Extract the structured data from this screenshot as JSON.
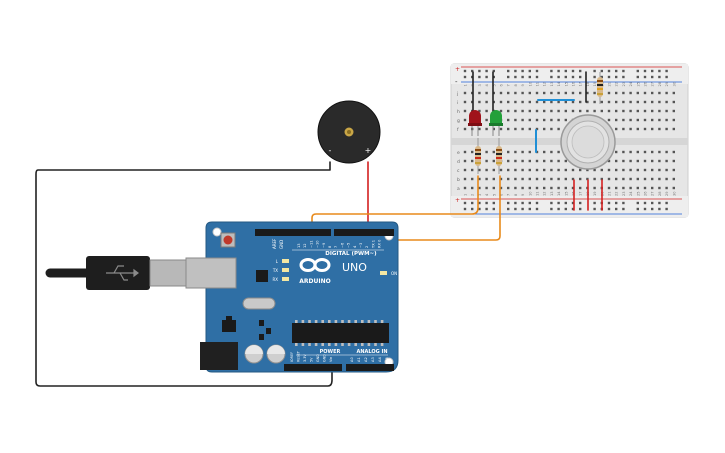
{
  "arduino": {
    "board_name": "UNO",
    "brand": "ARDUINO",
    "digital_header_label": "DIGITAL (PWM~)",
    "power_header_label": "POWER",
    "analog_header_label": "ANALOG IN",
    "on_label": "ON",
    "led_l_label": "L",
    "led_tx_label": "TX",
    "led_rx_label": "RX",
    "aref_label": "AREF",
    "gnd_label": "GND",
    "digital_pin_labels": [
      "13",
      "12",
      "~11",
      "~10",
      "~9",
      "8",
      "7",
      "~6",
      "~5",
      "4",
      "~3",
      "2",
      "TX 1",
      "RX 0"
    ],
    "power_pin_labels": [
      "IOREF",
      "RESET",
      "3.3V",
      "5V",
      "GND",
      "GND",
      "Vin"
    ],
    "analog_pin_labels": [
      "A0",
      "A1",
      "A2",
      "A3",
      "A4",
      "A5"
    ]
  },
  "buzzer": {
    "minus_label": "-",
    "plus_label": "+"
  },
  "breadboard": {
    "column_numbers": [
      "1",
      "2",
      "3",
      "4",
      "5",
      "6",
      "7",
      "8",
      "9",
      "10",
      "11",
      "12",
      "13",
      "14",
      "15",
      "16",
      "17",
      "18",
      "19",
      "20",
      "21",
      "22",
      "23",
      "24",
      "25",
      "26",
      "27",
      "28",
      "29",
      "30"
    ],
    "row_letters_top": [
      "j",
      "i",
      "h",
      "g",
      "f"
    ],
    "row_letters_bottom": [
      "e",
      "d",
      "c",
      "b",
      "a"
    ],
    "rail_plus": "+",
    "rail_minus": "-"
  },
  "colors": {
    "arduino_board": "#2f6fa5",
    "breadboard": "#e6e6e6",
    "wire_orange": "#e88a1c",
    "wire_red": "#d42020",
    "wire_black": "#222222",
    "wire_blue": "#1f8fd6",
    "led_red": "#a0131b",
    "led_green": "#23a03a",
    "gas_sensor": "#d4d4d4"
  }
}
